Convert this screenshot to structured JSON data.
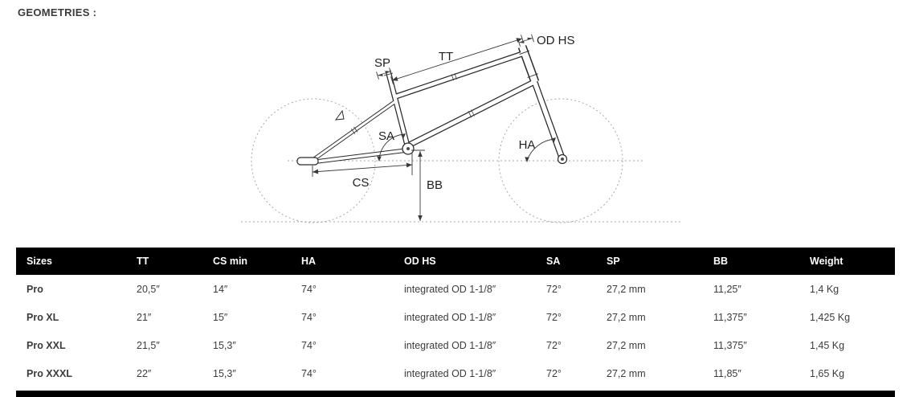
{
  "page": {
    "title": "GEOMETRIES :"
  },
  "colors": {
    "header_bg": "#000000",
    "header_text": "#ffffff",
    "body_text": "#3b3b3b",
    "line_art": "#2a2a2a",
    "dotted_guides": "#9a9a9a"
  },
  "diagram": {
    "labels": {
      "od_hs": "OD HS",
      "tt": "TT",
      "sp": "SP",
      "sa": "SA",
      "ha": "HA",
      "cs": "CS",
      "bb": "BB"
    }
  },
  "table": {
    "columns": [
      "Sizes",
      "TT",
      "CS min",
      "HA",
      "OD HS",
      "SA",
      "SP",
      "BB",
      "Weight"
    ],
    "rows": [
      {
        "size": "Pro",
        "tt": "20,5″",
        "cs_min": "14″",
        "ha": "74°",
        "od_hs": "integrated OD 1-1/8″",
        "sa": "72°",
        "sp": "27,2 mm",
        "bb": "11,25″",
        "weight": "1,4 Kg"
      },
      {
        "size": "Pro XL",
        "tt": "21″",
        "cs_min": "15″",
        "ha": "74°",
        "od_hs": "integrated OD 1-1/8″",
        "sa": "72°",
        "sp": "27,2 mm",
        "bb": "11,375″",
        "weight": "1,425 Kg"
      },
      {
        "size": "Pro XXL",
        "tt": "21,5″",
        "cs_min": "15,3″",
        "ha": "74°",
        "od_hs": "integrated OD 1-1/8″",
        "sa": "72°",
        "sp": "27,2 mm",
        "bb": "11,375″",
        "weight": "1,45 Kg"
      },
      {
        "size": "Pro XXXL",
        "tt": "22″",
        "cs_min": "15,3″",
        "ha": "74°",
        "od_hs": "integrated OD 1-1/8″",
        "sa": "72°",
        "sp": "27,2 mm",
        "bb": "11,85″",
        "weight": "1,65 Kg"
      }
    ]
  }
}
